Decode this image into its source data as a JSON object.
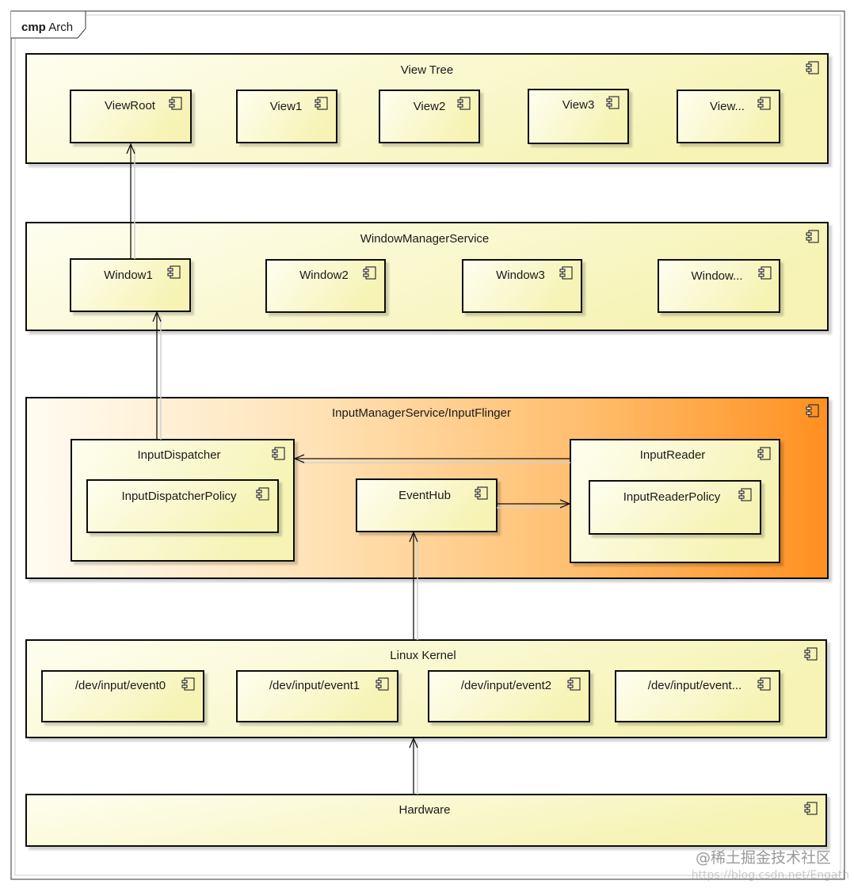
{
  "frame": {
    "keyword": "cmp",
    "name": "Arch"
  },
  "components": {
    "view_tree": {
      "label": "View Tree",
      "children": [
        "ViewRoot",
        "View1",
        "View2",
        "View3",
        "View..."
      ]
    },
    "window_manager_service": {
      "label": "WindowManagerService",
      "children": [
        "Window1",
        "Window2",
        "Window3",
        "Window..."
      ]
    },
    "input_manager_service": {
      "label": "InputManagerService/InputFlinger",
      "input_dispatcher": {
        "label": "InputDispatcher",
        "policy": "InputDispatcherPolicy"
      },
      "event_hub": {
        "label": "EventHub"
      },
      "input_reader": {
        "label": "InputReader",
        "policy": "InputReaderPolicy"
      }
    },
    "linux_kernel": {
      "label": "Linux Kernel",
      "children": [
        "/dev/input/event0",
        "/dev/input/event1",
        "/dev/input/event2",
        "/dev/input/event..."
      ]
    },
    "hardware": {
      "label": "Hardware"
    }
  },
  "watermark": {
    "line1": "@稀土掘金技术社区",
    "line2": "https://blog.csdn.net/Engath"
  },
  "colors": {
    "box_fill_light": "#fdfde4",
    "box_fill_dark": "#f7f4b8",
    "gradient_light": "#fffdf3",
    "gradient_dark": "#ff9222",
    "stroke": "#111111",
    "shadow": "#d0d0d0"
  }
}
